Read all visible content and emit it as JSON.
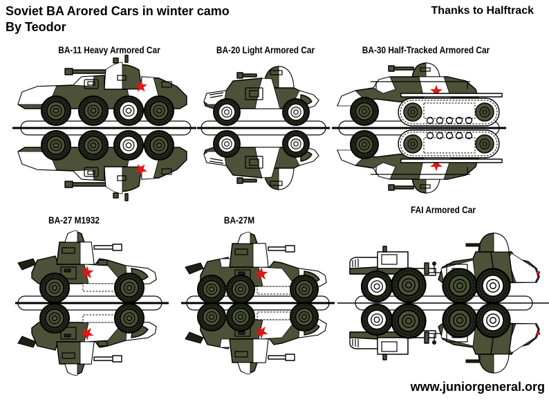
{
  "header": {
    "title_line1": "Soviet BA Arored Cars in winter camo",
    "title_line2": "By Teodor",
    "credit": "Thanks to Halftrack"
  },
  "footer": {
    "website": "www.juniorgeneral.org"
  },
  "units": [
    {
      "id": "ba11",
      "label": "BA-11 Heavy Armored Car",
      "marking": "red-star"
    },
    {
      "id": "ba20",
      "label": "BA-20 Light Armored Car",
      "marking": "none"
    },
    {
      "id": "ba30",
      "label": "BA-30 Half-Tracked Armored Car",
      "marking": "red-star"
    },
    {
      "id": "ba27-m1932",
      "label": "BA-27 M1932",
      "marking": "red-star"
    },
    {
      "id": "ba27m",
      "label": "BA-27M",
      "marking": "red-star"
    },
    {
      "id": "fai",
      "label": "FAI Armored Car",
      "marking": "none"
    }
  ],
  "colors": {
    "background": "#ffffff",
    "ink": "#000000",
    "vehicle_olive": "#4c5138",
    "tire_dark": "#23271a",
    "detail_dark": "#1d2013",
    "star_red": "#e01813"
  }
}
